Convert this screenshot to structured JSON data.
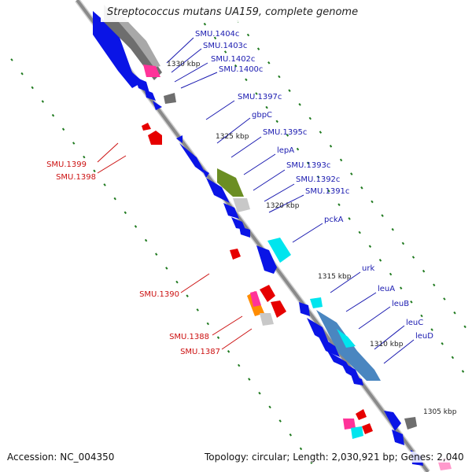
{
  "title": "Streptococcus mutans UA159, complete genome",
  "footer": {
    "accession": "Accession: NC_004350",
    "topology": "Topology: circular; Length: 2,030,921 bp; Genes: 2,040"
  },
  "colors": {
    "backbone": "#8a8a8a",
    "scale_tick": "#1f7a1f",
    "forward_gene": "#0a14e6",
    "reverse_gene": "#e60000",
    "label_blue": "#1a1ab0",
    "label_red": "#cc1111",
    "gray_feature": "#6e6e6e",
    "olive_feature": "#6b8e23",
    "cyan_feature": "#00e5ee",
    "steel_feature": "#4a86c0",
    "pink_feature": "#ff3399"
  },
  "scale_labels": [
    "1330 kbp",
    "1325 kbp",
    "1320 kbp",
    "1315 kbp",
    "1310 kbp",
    "1305 kbp"
  ],
  "genes_right": [
    "SMU.1404c",
    "SMU.1403c",
    "SMU.1402c",
    "SMU.1400c",
    "SMU.1397c",
    "gbpC",
    "SMU.1395c",
    "lepA",
    "SMU.1393c",
    "SMU.1392c",
    "SMU.1391c",
    "pckA",
    "urk",
    "leuA",
    "leuB",
    "leuC",
    "leuD"
  ],
  "genes_left": [
    "SMU.1399",
    "SMU.1398",
    "SMU.1390",
    "SMU.1388",
    "SMU.1387"
  ]
}
